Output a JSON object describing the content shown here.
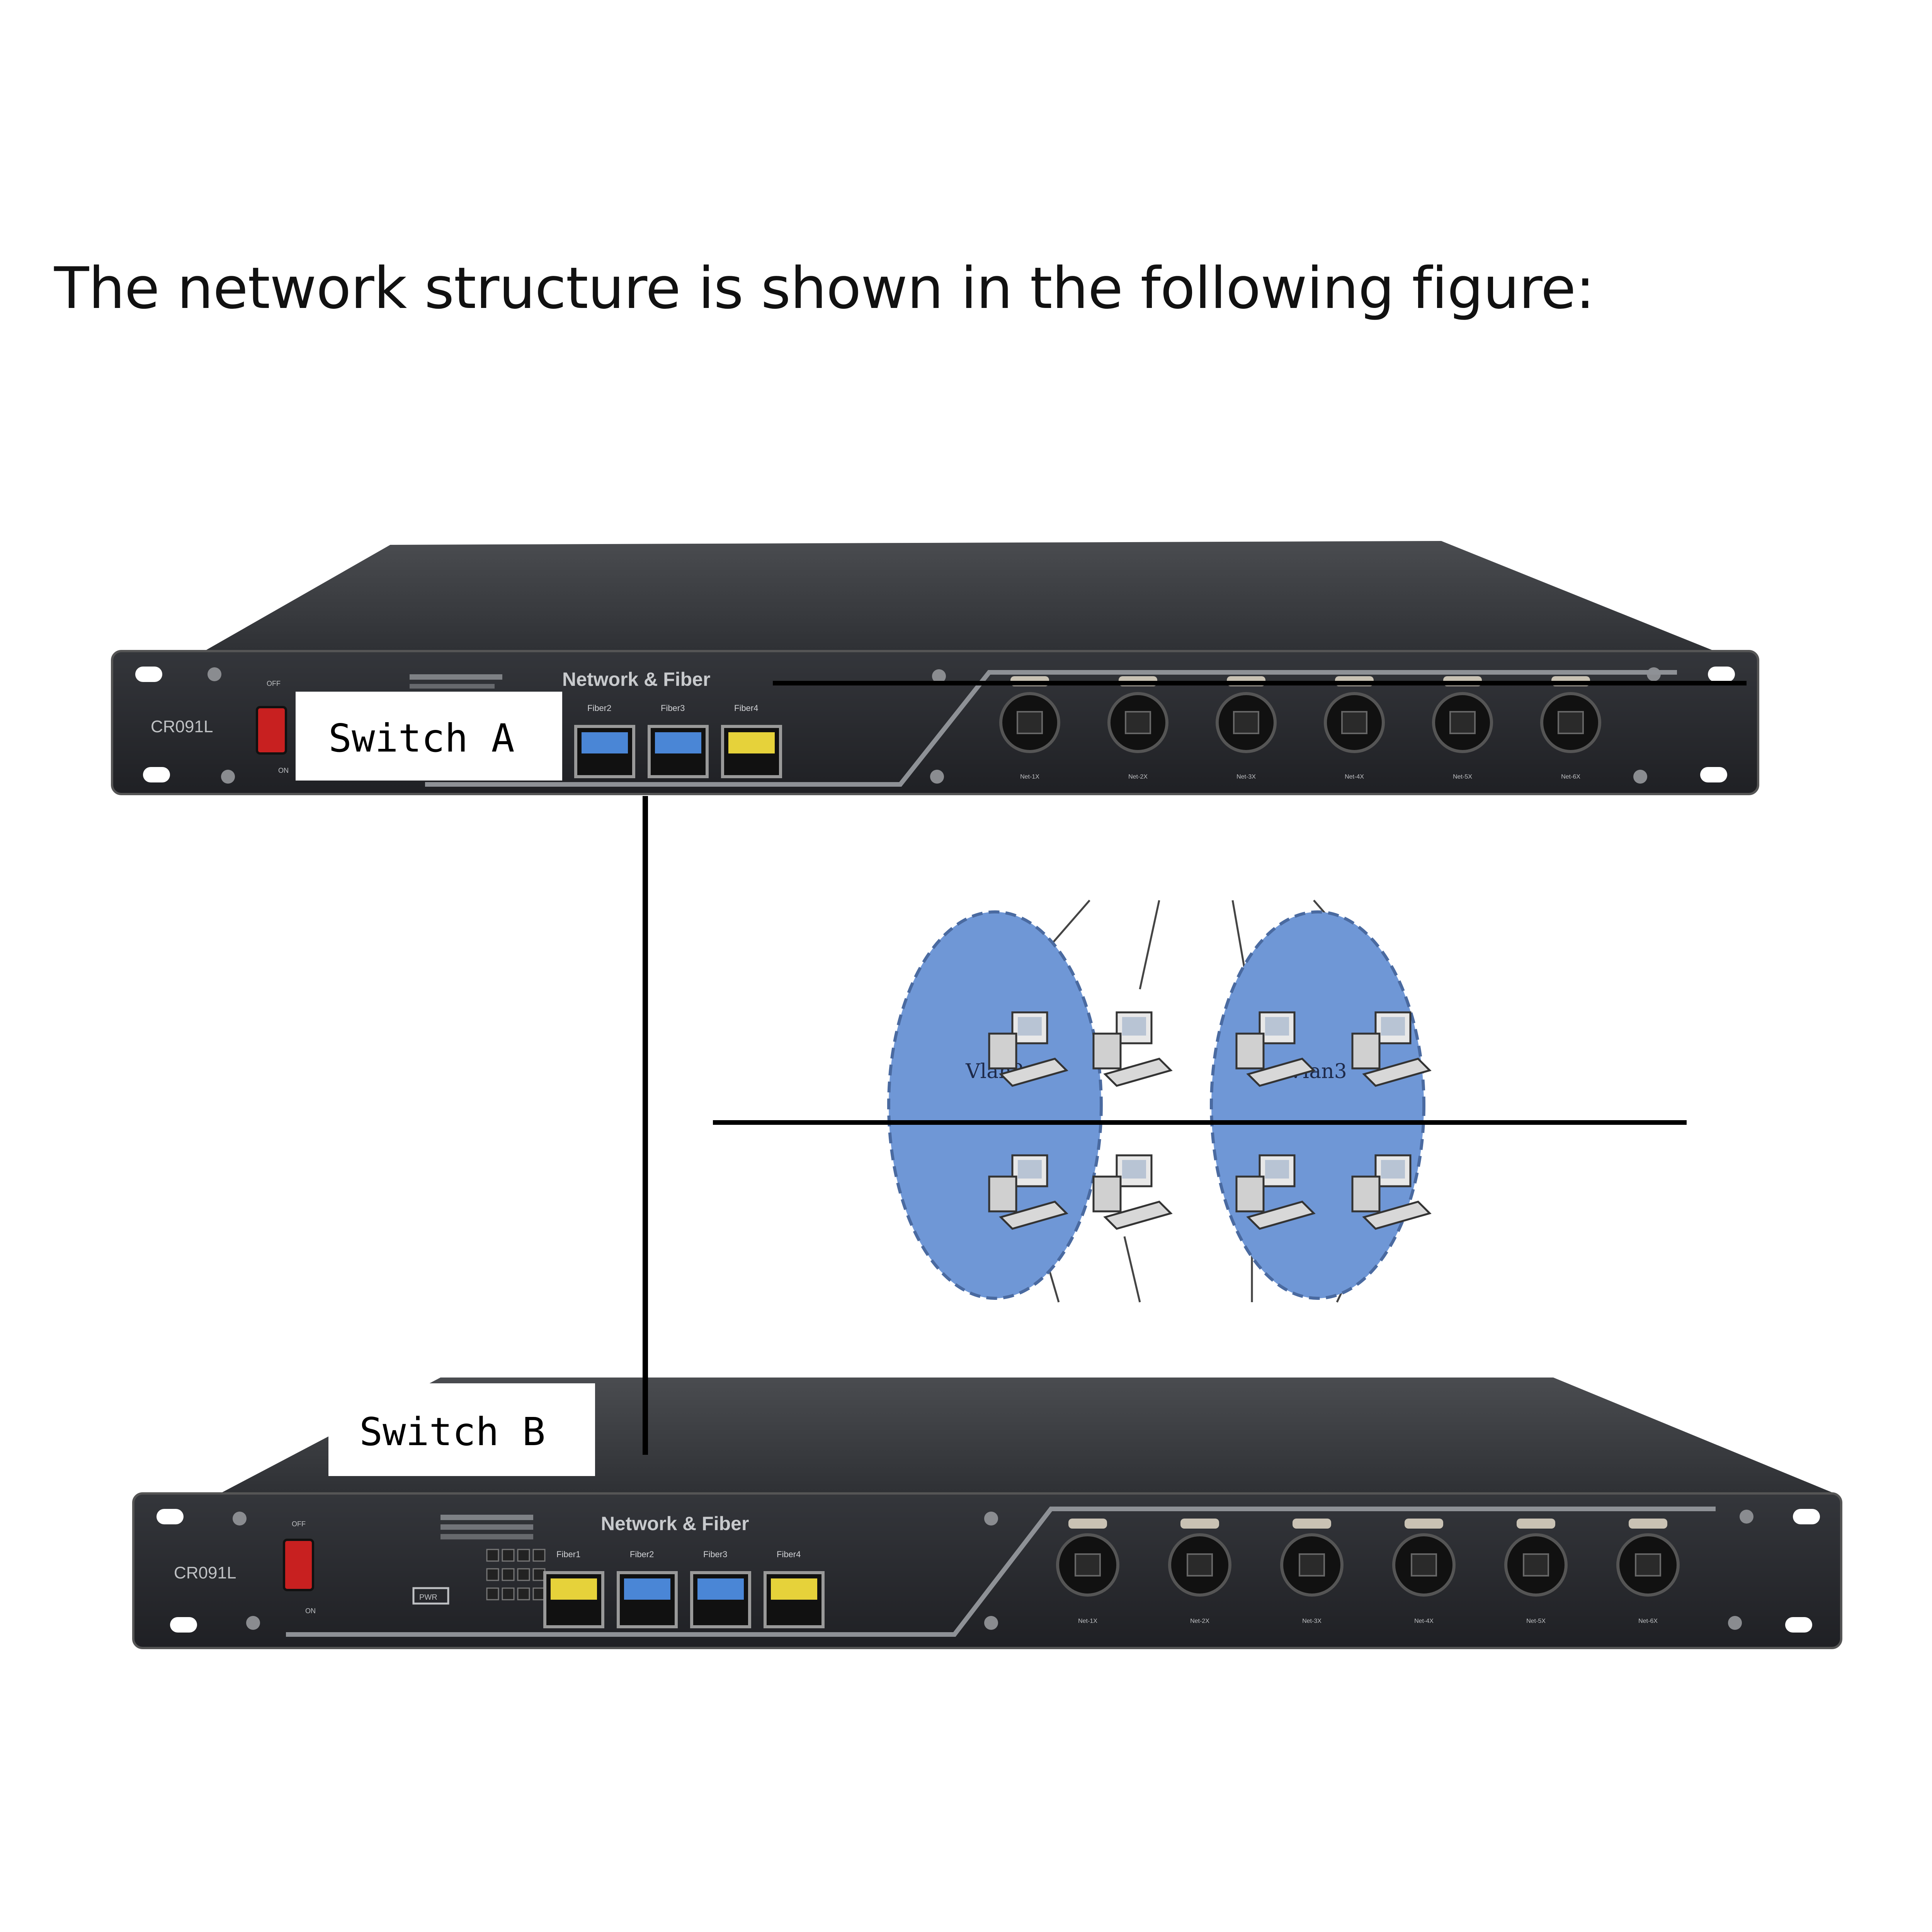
{
  "heading": "The network structure is shown in the following figure:",
  "switch_a": {
    "label": "Switch A",
    "model": "CR091L",
    "brand_text": "Network & Fiber",
    "power_switch": {
      "off_text": "OFF",
      "on_text": "ON"
    },
    "fiber_ports": [
      "Fiber2",
      "Fiber3",
      "Fiber4"
    ],
    "ethernet_ports": [
      "Net-1X",
      "Net-2X",
      "Net-3X",
      "Net-4X",
      "Net-5X",
      "Net-6X"
    ]
  },
  "switch_b": {
    "label": "Switch B",
    "model": "CR091L",
    "brand_text": "Network & Fiber",
    "power_switch": {
      "off_text": "OFF",
      "on_text": "ON"
    },
    "pwr_text": "PWR",
    "fiber_ports": [
      "Fiber1",
      "Fiber2",
      "Fiber3",
      "Fiber4"
    ],
    "ethernet_ports": [
      "Net-1X",
      "Net-2X",
      "Net-3X",
      "Net-4X",
      "Net-5X",
      "Net-6X"
    ]
  },
  "vlans": [
    {
      "label": "Vlan2"
    },
    {
      "label": "Vlan3"
    }
  ],
  "colors": {
    "chassis": "#2b2d31",
    "chassis_top": "#3a3c40",
    "vlan_fill": "#6f97d6",
    "sfp_blue": "#4a86d6",
    "sfp_yellow": "#e6d23a",
    "power_red": "#c82020",
    "connector_line": "#000000"
  },
  "icons": [
    "computer-icon",
    "rj45-port-icon",
    "sfp-port-icon",
    "power-rocker-icon",
    "mounting-ear-icon"
  ]
}
